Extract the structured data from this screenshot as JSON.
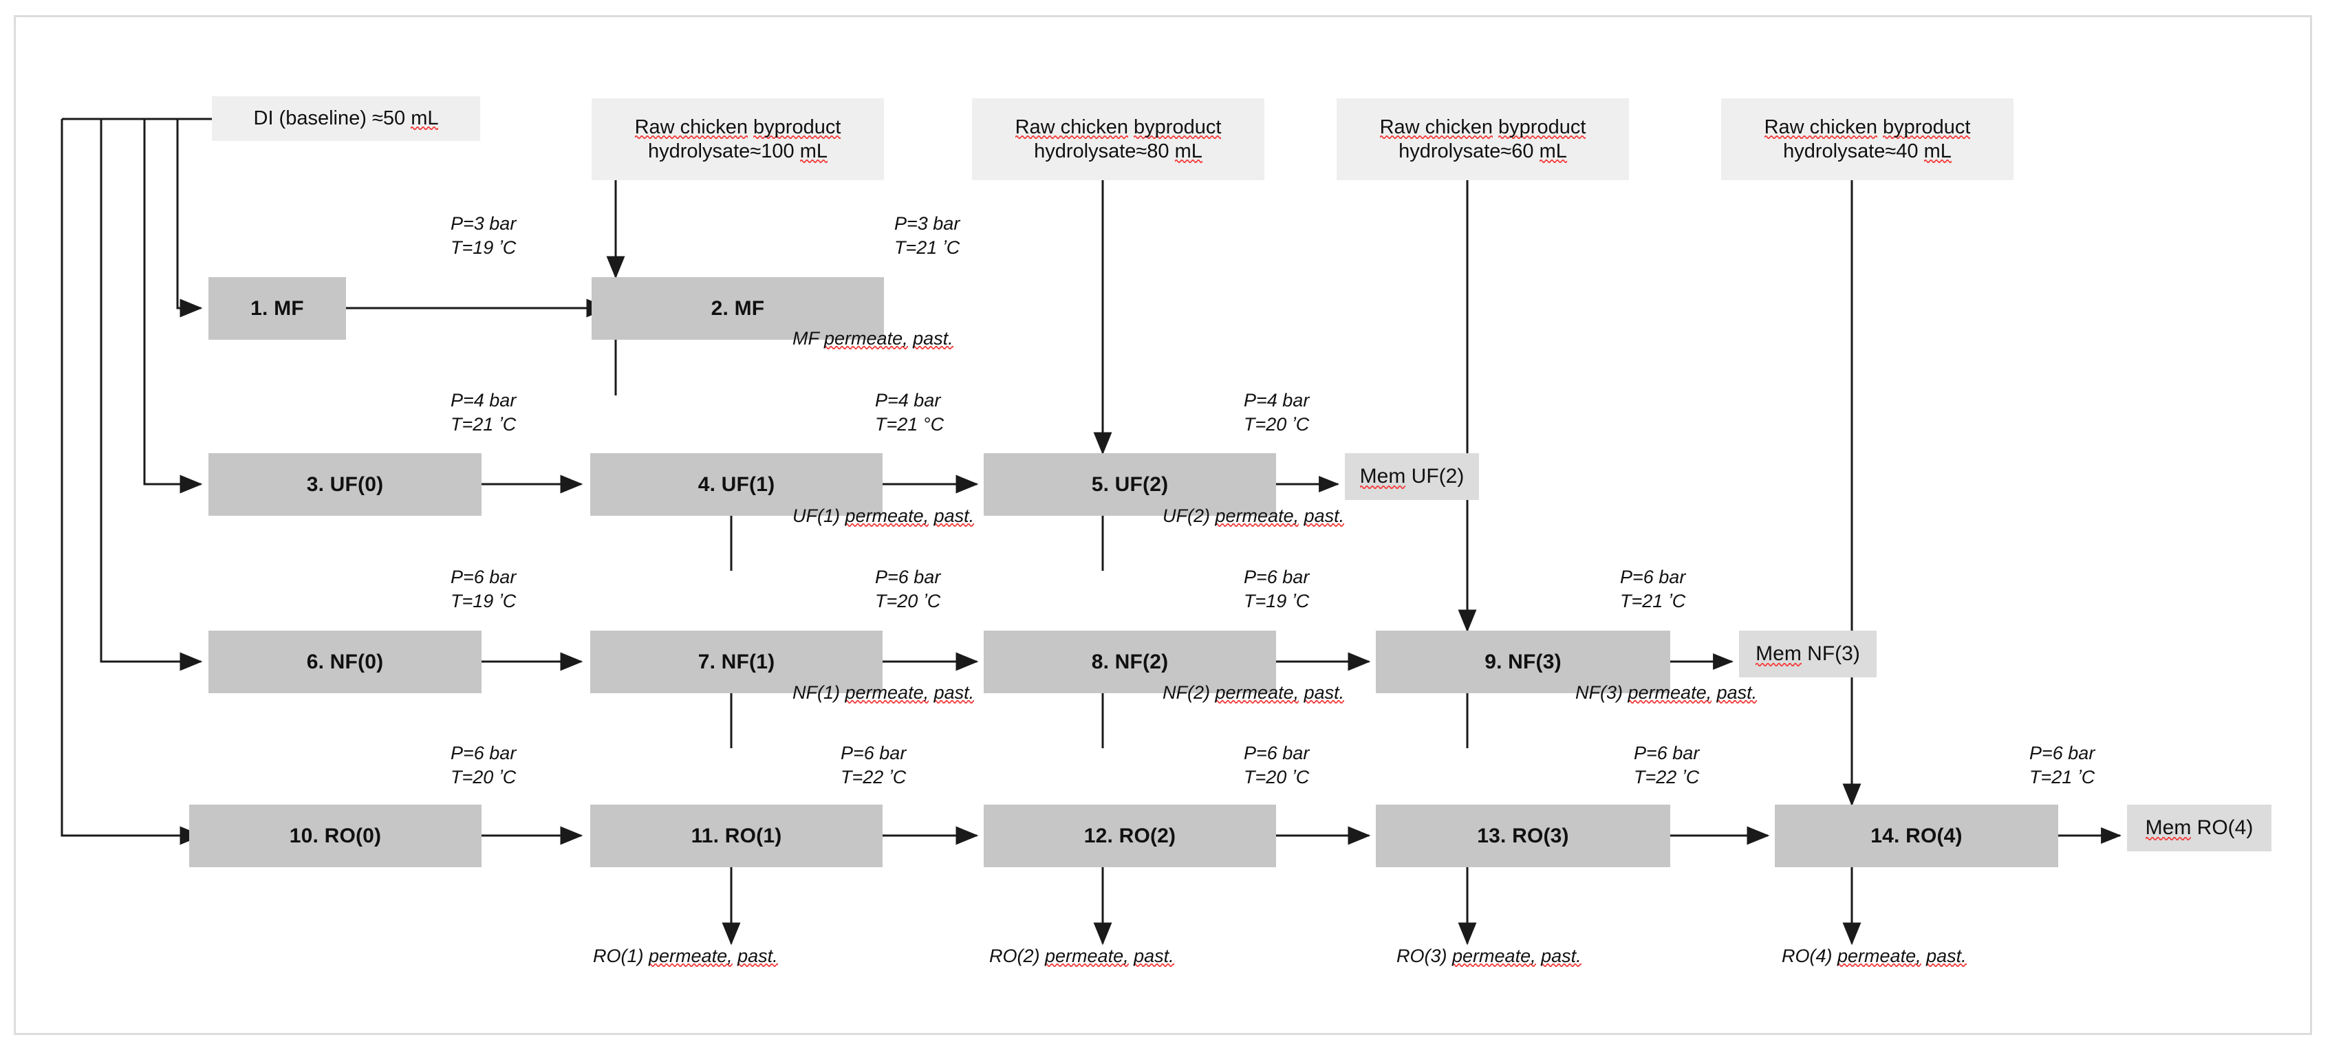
{
  "figure": {
    "type": "process-flow-diagram",
    "title": "Sequential membrane filtration cascade of chicken byproduct hydrolysate"
  },
  "colors": {
    "frame": "#dcdcdc",
    "process_box": "#c6c6c6",
    "membrane_box": "#dcdcdc",
    "feed_box": "#efefef",
    "line": "#1a1a1a",
    "spellcheck": "#f5403f",
    "text": "#101010"
  },
  "feeds": [
    {
      "id": "feed-di",
      "line1": "DI (baseline) ≈50 mL",
      "line2": "",
      "squiggle": [
        "mL"
      ]
    },
    {
      "id": "feed-mf",
      "line1": "Raw chicken byproduct",
      "line2": "hydrolysate≈100 mL",
      "squiggle": [
        "Raw chicken",
        "byproduct",
        "mL"
      ]
    },
    {
      "id": "feed-uf",
      "line1": "Raw chicken byproduct",
      "line2": "hydrolysate≈80 mL",
      "squiggle": [
        "Raw chicken",
        "byproduct",
        "mL"
      ]
    },
    {
      "id": "feed-nf",
      "line1": "Raw chicken byproduct",
      "line2": "hydrolysate≈60 mL",
      "squiggle": [
        "Raw chicken",
        "byproduct",
        "mL"
      ]
    },
    {
      "id": "feed-ro",
      "line1": "Raw chicken byproduct",
      "line2": "hydrolysate≈40 mL",
      "squiggle": [
        "Raw chicken",
        "byproduct",
        "mL"
      ]
    }
  ],
  "stages": [
    {
      "id": "s1",
      "label": "1. MF",
      "row": "MF",
      "kind": "process"
    },
    {
      "id": "s2",
      "label": "2. MF",
      "row": "MF",
      "kind": "process"
    },
    {
      "id": "s3",
      "label": "3. UF(0)",
      "row": "UF",
      "kind": "process"
    },
    {
      "id": "s4",
      "label": "4. UF(1)",
      "row": "UF",
      "kind": "process"
    },
    {
      "id": "s5",
      "label": "5. UF(2)",
      "row": "UF",
      "kind": "process"
    },
    {
      "id": "s6",
      "label": "6. NF(0)",
      "row": "NF",
      "kind": "process"
    },
    {
      "id": "s7",
      "label": "7. NF(1)",
      "row": "NF",
      "kind": "process"
    },
    {
      "id": "s8",
      "label": "8. NF(2)",
      "row": "NF",
      "kind": "process"
    },
    {
      "id": "s9",
      "label": "9. NF(3)",
      "row": "NF",
      "kind": "process"
    },
    {
      "id": "s10",
      "label": "10. RO(0)",
      "row": "RO",
      "kind": "process"
    },
    {
      "id": "s11",
      "label": "11. RO(1)",
      "row": "RO",
      "kind": "process"
    },
    {
      "id": "s12",
      "label": "12. RO(2)",
      "row": "RO",
      "kind": "process"
    },
    {
      "id": "s13",
      "label": "13. RO(3)",
      "row": "RO",
      "kind": "process"
    },
    {
      "id": "s14",
      "label": "14. RO(4)",
      "row": "RO",
      "kind": "process"
    }
  ],
  "membranes": [
    {
      "id": "mem-uf2",
      "label": "Mem UF(2)",
      "squiggle": "Mem"
    },
    {
      "id": "mem-nf3",
      "label": "Mem NF(3)",
      "squiggle": "Mem"
    },
    {
      "id": "mem-ro4",
      "label": "Mem RO(4)",
      "squiggle": "Mem"
    }
  ],
  "conditions": [
    {
      "id": "c1",
      "for": "1. MF",
      "pressure": "P=3 bar",
      "temperature": "T=19 ʼC"
    },
    {
      "id": "c2",
      "for": "2. MF",
      "pressure": "P=3 bar",
      "temperature": "T=21 ʼC"
    },
    {
      "id": "c3",
      "for": "3. UF(0)",
      "pressure": "P=4 bar",
      "temperature": "T=21 ʼC"
    },
    {
      "id": "c4",
      "for": "4. UF(1)",
      "pressure": "P=4 bar",
      "temperature": "T=21 °C"
    },
    {
      "id": "c5",
      "for": "5. UF(2)",
      "pressure": "P=4 bar",
      "temperature": "T=20 ʼC"
    },
    {
      "id": "c6",
      "for": "6. NF(0)",
      "pressure": "P=6 bar",
      "temperature": "T=19 ʼC"
    },
    {
      "id": "c7",
      "for": "7. NF(1)",
      "pressure": "P=6 bar",
      "temperature": "T=20 ʼC"
    },
    {
      "id": "c8",
      "for": "8. NF(2)",
      "pressure": "P=6 bar",
      "temperature": "T=19 ʼC"
    },
    {
      "id": "c9",
      "for": "9. NF(3)",
      "pressure": "P=6 bar",
      "temperature": "T=21 ʼC"
    },
    {
      "id": "c10",
      "for": "10. RO(0)",
      "pressure": "P=6 bar",
      "temperature": "T=20 ʼC"
    },
    {
      "id": "c11",
      "for": "11. RO(1)",
      "pressure": "P=6 bar",
      "temperature": "T=22 ʼC"
    },
    {
      "id": "c12",
      "for": "12. RO(2)",
      "pressure": "P=6 bar",
      "temperature": "T=20 ʼC"
    },
    {
      "id": "c13",
      "for": "13. RO(3)",
      "pressure": "P=6 bar",
      "temperature": "T=22 ʼC"
    },
    {
      "id": "c14",
      "for": "14. RO(4)",
      "pressure": "P=6 bar",
      "temperature": "T=21 ʼC"
    }
  ],
  "permeates": [
    {
      "id": "p-mf",
      "prefix": "MF",
      "text": "permeate, past."
    },
    {
      "id": "p-uf1",
      "prefix": "UF(1)",
      "text": "permeate, past."
    },
    {
      "id": "p-uf2",
      "prefix": "UF(2)",
      "text": "permeate, past."
    },
    {
      "id": "p-nf1",
      "prefix": "NF(1)",
      "text": "permeate, past."
    },
    {
      "id": "p-nf2",
      "prefix": "NF(2)",
      "text": "permeate, past."
    },
    {
      "id": "p-nf3",
      "prefix": "NF(3)",
      "text": "permeate, past."
    },
    {
      "id": "p-ro1",
      "prefix": "RO(1)",
      "text": "permeate, past."
    },
    {
      "id": "p-ro2",
      "prefix": "RO(2)",
      "text": "permeate, past."
    },
    {
      "id": "p-ro3",
      "prefix": "RO(3)",
      "text": "permeate, past."
    },
    {
      "id": "p-ro4",
      "prefix": "RO(4)",
      "text": "permeate, past."
    }
  ]
}
